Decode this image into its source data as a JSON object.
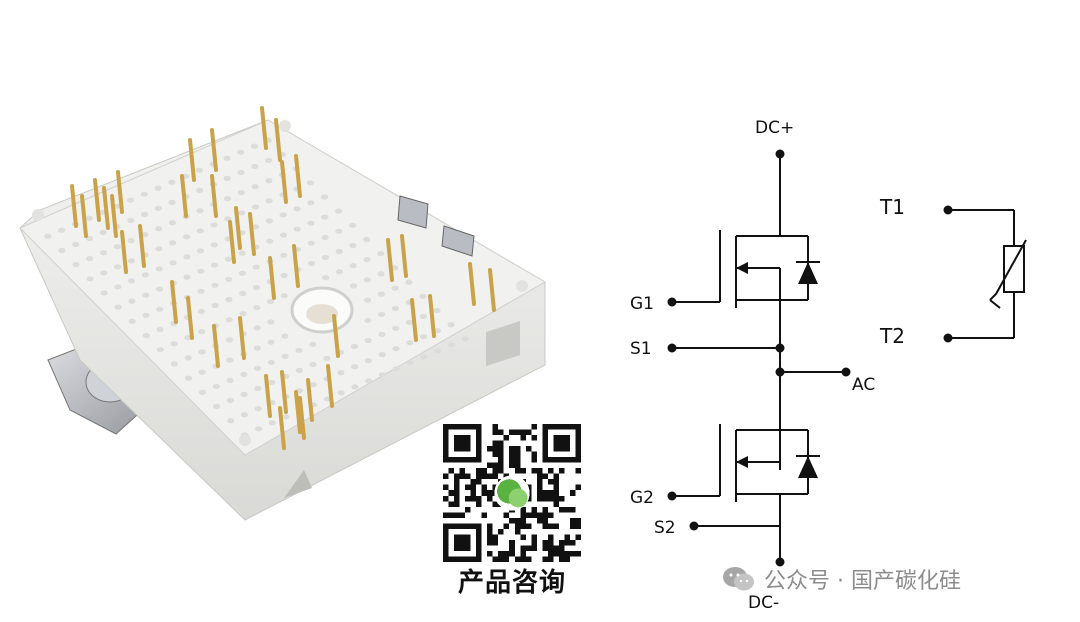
{
  "qr_caption": "产品咨询",
  "watermark": {
    "icon": "wechat-icon",
    "text": "公众号 · 国产碳化硅"
  },
  "circuit_labels": {
    "dc_plus": "DC+",
    "dc_minus": "DC-",
    "g1": "G1",
    "s1": "S1",
    "g2": "G2",
    "s2": "S2",
    "ac": "AC",
    "t1": "T1",
    "t2": "T2"
  },
  "colors": {
    "module_body": "#ececea",
    "pin_gold": "#c9a24a",
    "terminal_silver": "#b9bcc2",
    "wire": "#111111"
  }
}
